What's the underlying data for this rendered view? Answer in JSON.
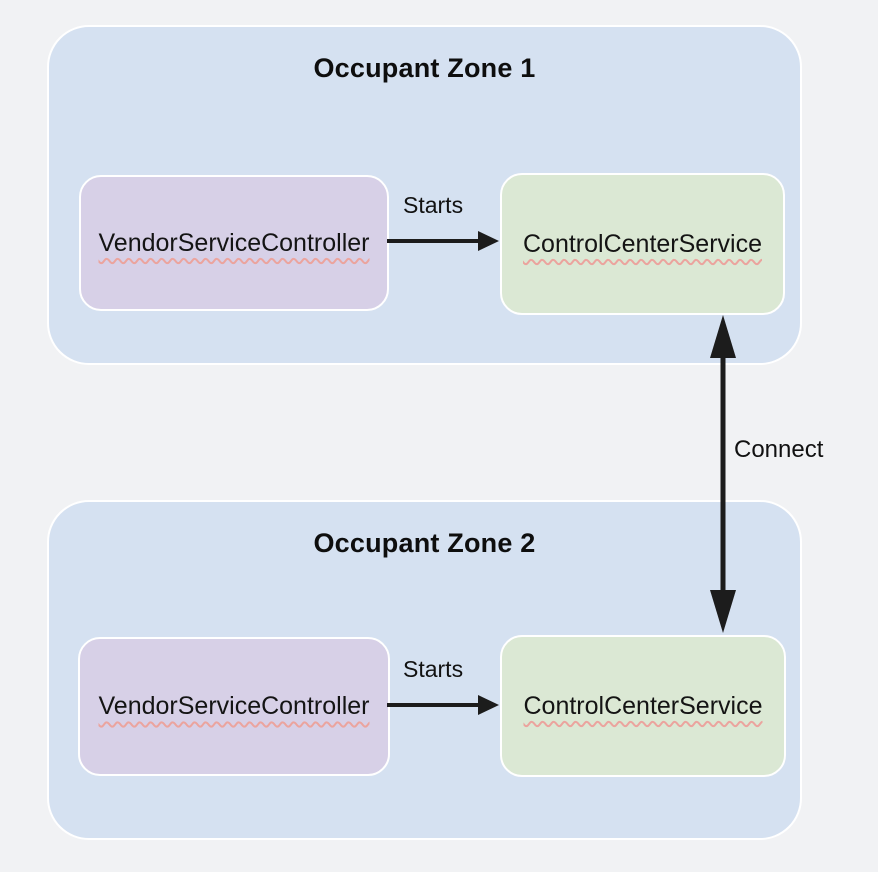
{
  "diagram": {
    "zones": [
      {
        "title": "Occupant Zone 1",
        "vendor_box": {
          "label": "VendorServiceController"
        },
        "control_box": {
          "label": "ControlCenterService"
        },
        "starts_edge": {
          "label": "Starts"
        }
      },
      {
        "title": "Occupant Zone 2",
        "vendor_box": {
          "label": "VendorServiceController"
        },
        "control_box": {
          "label": "ControlCenterService"
        },
        "starts_edge": {
          "label": "Starts"
        }
      }
    ],
    "connect_edge": {
      "label": "Connect"
    },
    "colors": {
      "background": "#f1f2f4",
      "zone_fill": "#d5e1f1",
      "vendor_box_fill": "#d7d0e7",
      "control_box_fill": "#dbe8d4",
      "box_border": "#ffffff",
      "arrow": "#1c1c1c",
      "text": "#111111",
      "spellcheck_underline": "#eba49e"
    }
  }
}
